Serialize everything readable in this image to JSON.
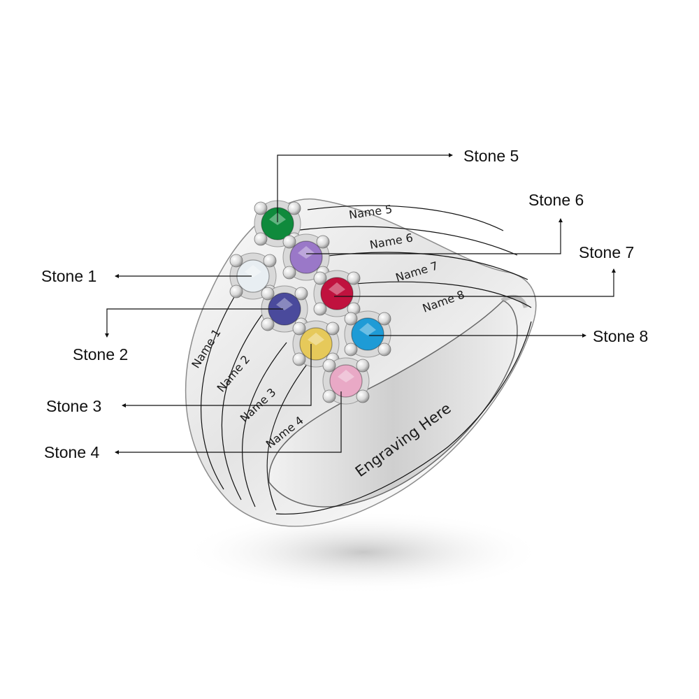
{
  "title": "Personalized 8-stone family ring diagram",
  "engraving": {
    "inner": "Engraving Here",
    "bands": [
      "Name 1",
      "Name 2",
      "Name 3",
      "Name 4",
      "Name 5",
      "Name 6",
      "Name 7",
      "Name 8"
    ]
  },
  "stones": [
    {
      "label": "Stone 1",
      "color": "#e8eef2",
      "name": "clear"
    },
    {
      "label": "Stone 2",
      "color": "#4a4a9c",
      "name": "sapphire"
    },
    {
      "label": "Stone 3",
      "color": "#e6c95a",
      "name": "citrine"
    },
    {
      "label": "Stone 4",
      "color": "#e9a9c6",
      "name": "pink"
    },
    {
      "label": "Stone 5",
      "color": "#0f8a3c",
      "name": "emerald"
    },
    {
      "label": "Stone 6",
      "color": "#9a78c8",
      "name": "amethyst"
    },
    {
      "label": "Stone 7",
      "color": "#c0123e",
      "name": "ruby"
    },
    {
      "label": "Stone 8",
      "color": "#1e9bd6",
      "name": "aquamarine"
    }
  ]
}
